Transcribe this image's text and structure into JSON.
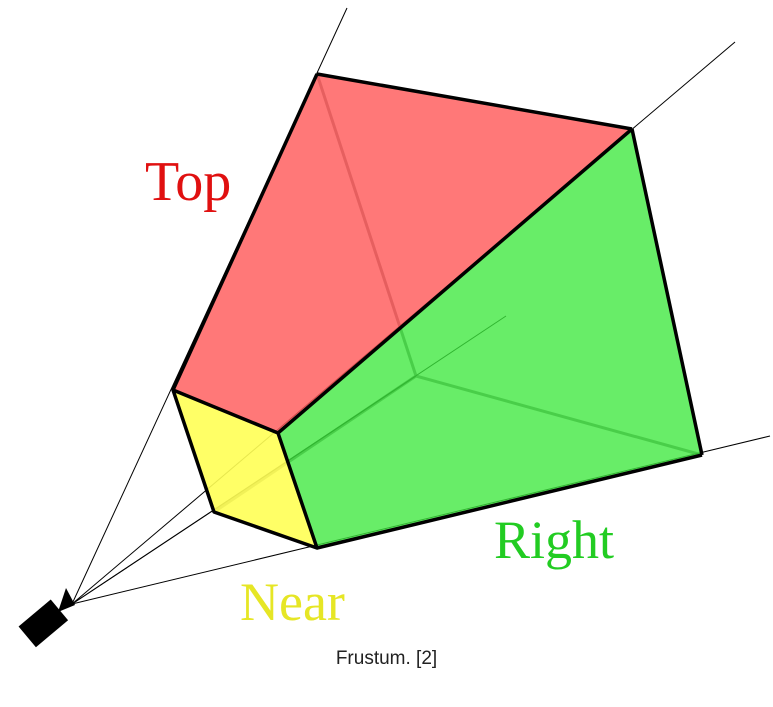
{
  "diagram": {
    "labels": {
      "top": "Top",
      "right": "Right",
      "near": "Near"
    },
    "caption": "Frustum. [2]",
    "colors": {
      "top_face": "#ff5a5a",
      "right_face": "#3ee83e",
      "near_face": "#ffff55",
      "top_label": "#e01010",
      "right_label": "#22cc22",
      "near_label": "#e6e625",
      "edge": "#000000",
      "camera": "#000000"
    },
    "icons": [
      "camera-icon"
    ]
  }
}
